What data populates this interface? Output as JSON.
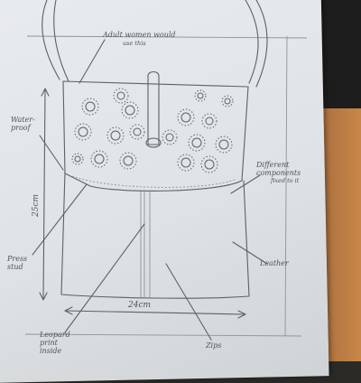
{
  "annotations": {
    "top_label": "Adult women would",
    "top_label_sub": "use this",
    "waterproof": "Water-\nproof",
    "height_dim": "25cm",
    "width_dim": "24cm",
    "different_components": "Different\ncomponents",
    "different_components_sub": "fixed to it",
    "press_stud": "Press\nstud",
    "leather": "Leather",
    "leopard_print": "Leopard\nprint\ninside",
    "zips": "Zips"
  },
  "colors": {
    "paper": "#e3e6e9",
    "pencil": "#5c6168",
    "desk": "#b07440"
  }
}
